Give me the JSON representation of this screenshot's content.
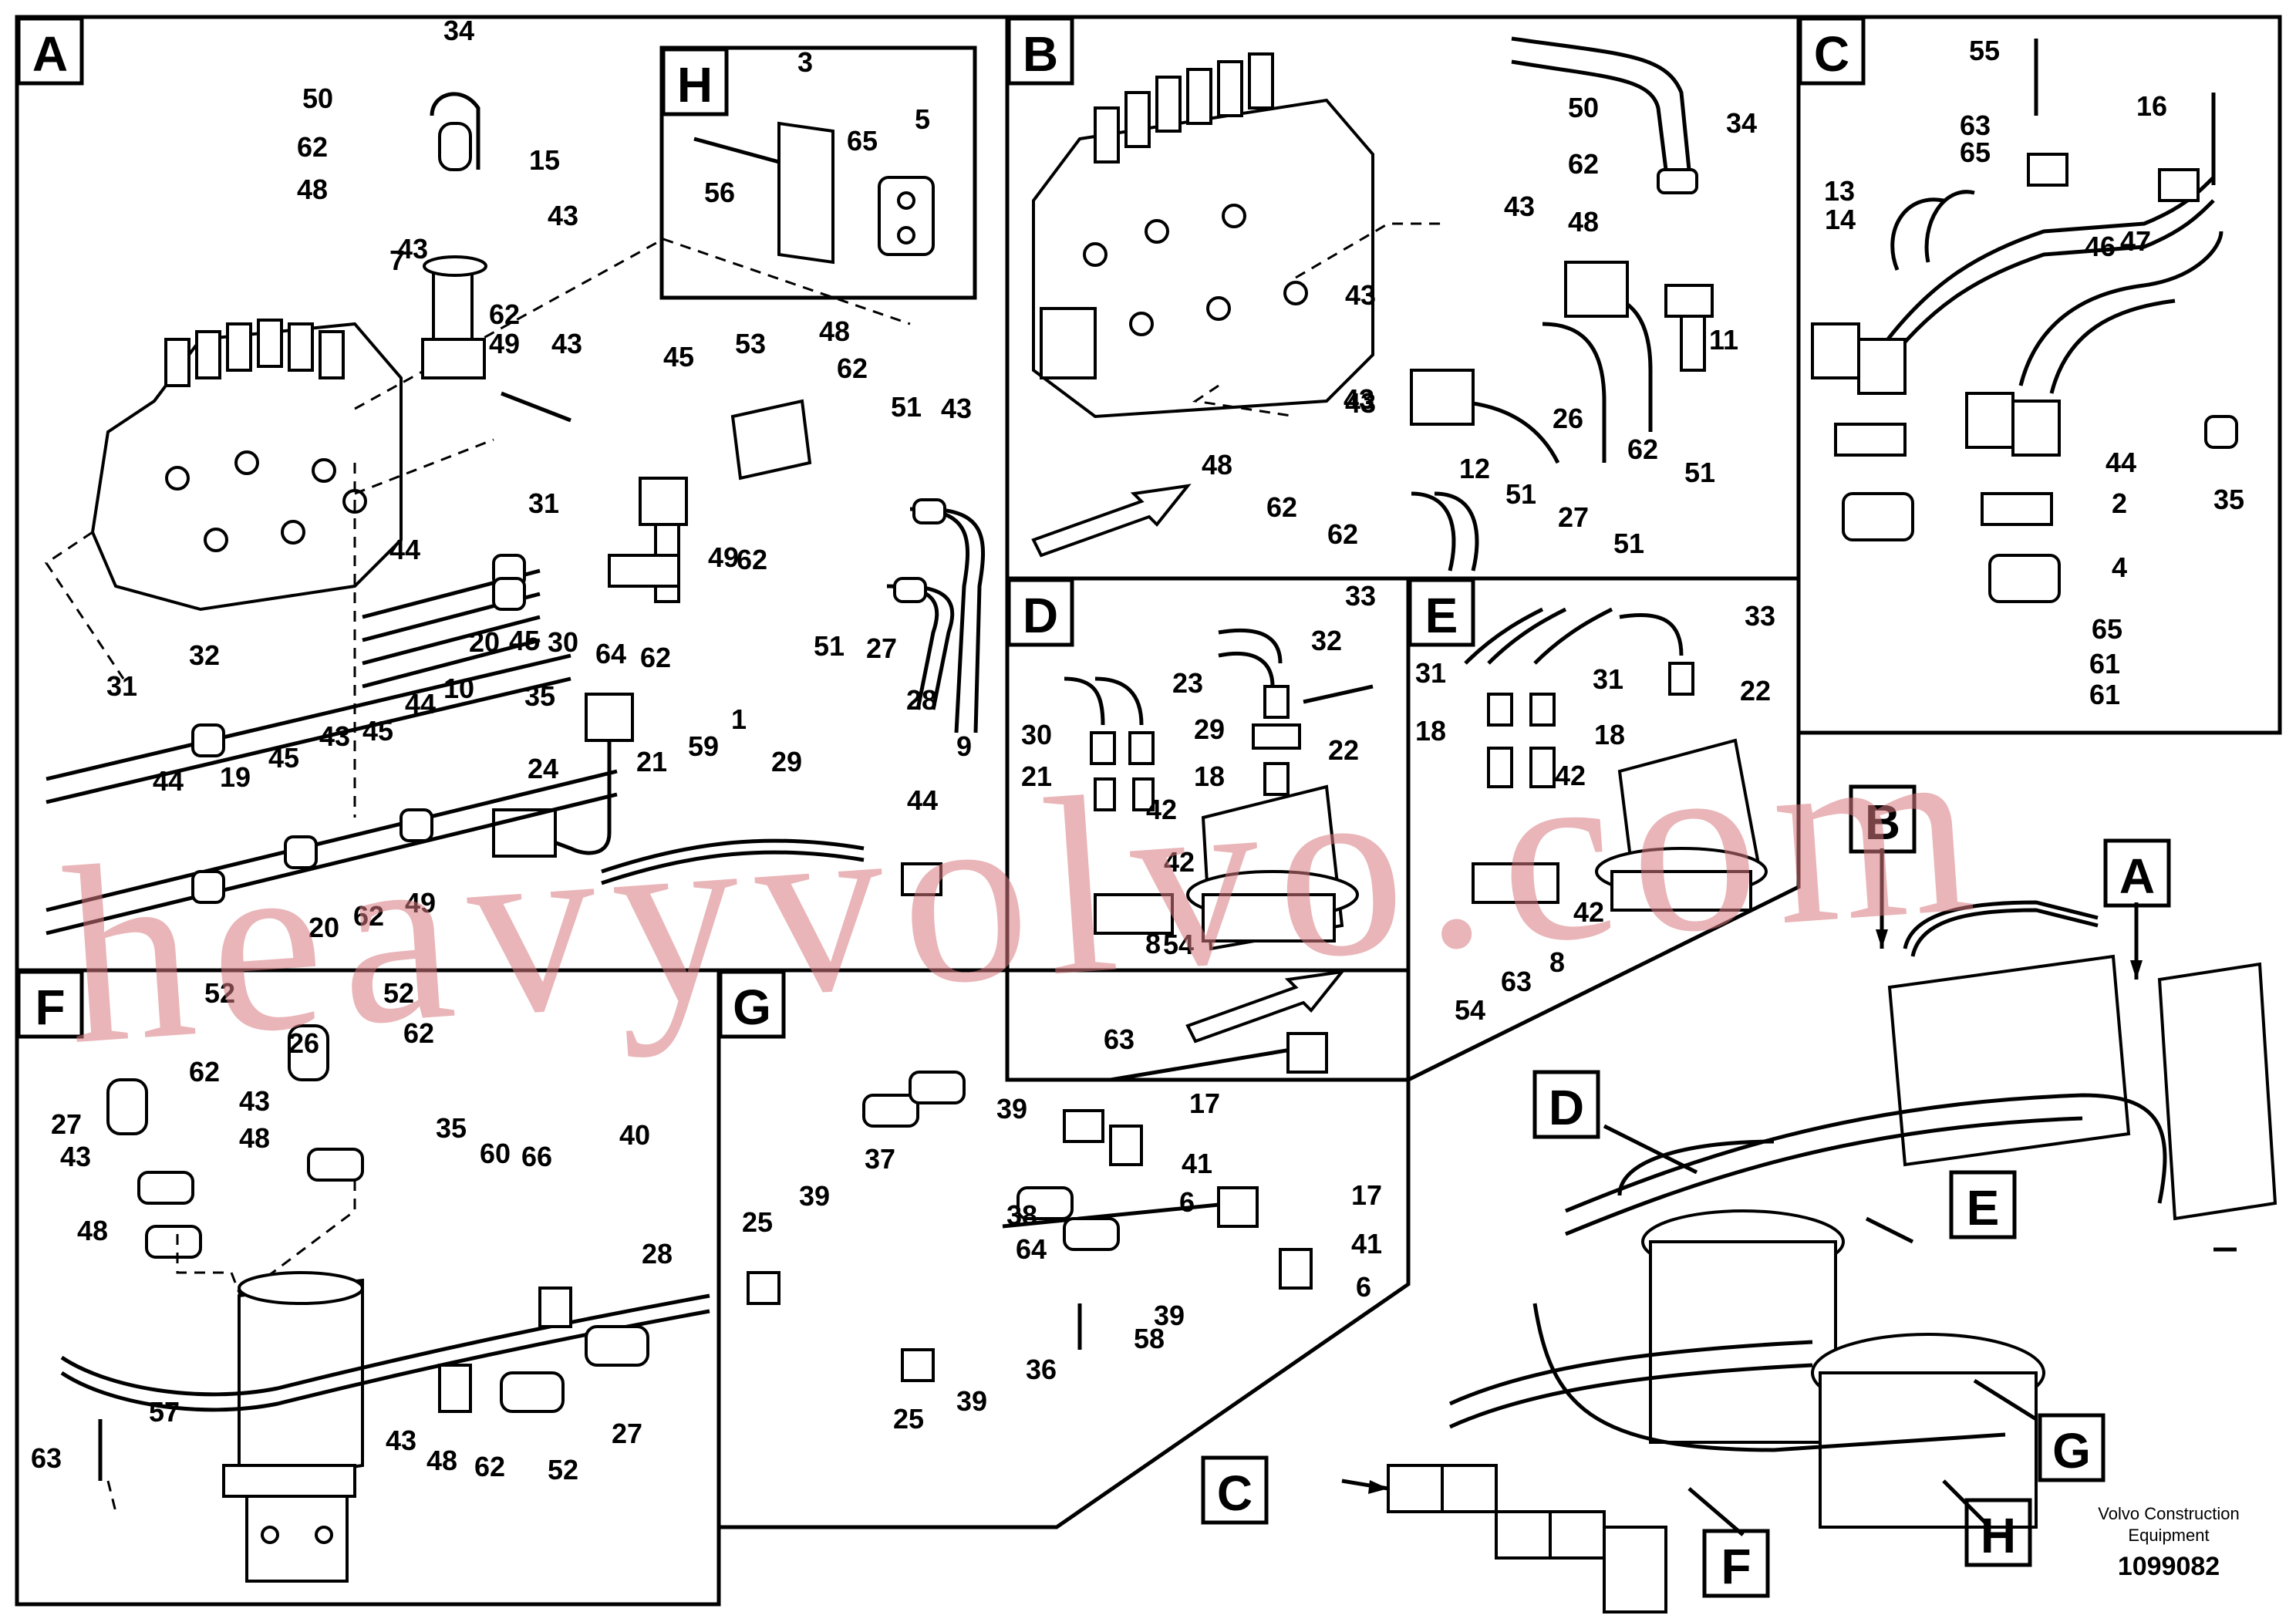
{
  "sections": [
    {
      "letter": "A"
    },
    {
      "letter": "B"
    },
    {
      "letter": "C"
    },
    {
      "letter": "D"
    },
    {
      "letter": "E"
    },
    {
      "letter": "F"
    },
    {
      "letter": "G"
    },
    {
      "letter": "H"
    }
  ],
  "overview_labels": {
    "B": "B",
    "A": "A",
    "D": "D",
    "E": "E",
    "G": "G",
    "C": "C",
    "F": "F",
    "H": "H"
  },
  "callouts": {
    "A": [
      "34",
      "50",
      "62",
      "48",
      "43",
      "15",
      "43",
      "62",
      "49",
      "43",
      "7",
      "53",
      "48",
      "62",
      "51",
      "43",
      "45",
      "31",
      "44",
      "20",
      "45",
      "30",
      "44",
      "10",
      "62",
      "49",
      "62",
      "51",
      "27",
      "28",
      "9",
      "64",
      "59",
      "1",
      "21",
      "32",
      "31",
      "44",
      "19",
      "45",
      "43",
      "45",
      "35",
      "24",
      "29",
      "44",
      "20",
      "62",
      "49"
    ],
    "H": [
      "3",
      "65",
      "5",
      "56"
    ],
    "B": [
      "50",
      "34",
      "62",
      "43",
      "48",
      "43",
      "11",
      "43",
      "26",
      "62",
      "51",
      "12",
      "48",
      "43",
      "62",
      "51",
      "27",
      "62",
      "51"
    ],
    "C": [
      "55",
      "63",
      "65",
      "16",
      "13",
      "14",
      "46",
      "47",
      "44",
      "35",
      "2",
      "4",
      "65",
      "61",
      "61"
    ],
    "D": [
      "33",
      "32",
      "23",
      "22",
      "30",
      "29",
      "21",
      "18",
      "42",
      "42",
      "8",
      "54",
      "63"
    ],
    "E": [
      "33",
      "31",
      "31",
      "22",
      "18",
      "18",
      "42",
      "42",
      "8",
      "54",
      "63"
    ],
    "F": [
      "52",
      "52",
      "26",
      "62",
      "62",
      "43",
      "27",
      "48",
      "43",
      "35",
      "60",
      "66",
      "40",
      "48",
      "28",
      "57",
      "63",
      "43",
      "48",
      "62",
      "52",
      "27"
    ],
    "G": [
      "39",
      "17",
      "37",
      "41",
      "38",
      "6",
      "64",
      "25",
      "39",
      "17",
      "41",
      "39",
      "6",
      "36",
      "58",
      "25",
      "39"
    ]
  },
  "watermark": "heavyvolvo.com",
  "footer": {
    "company_line1": "Volvo Construction",
    "company_line2": "Equipment",
    "drawing_number": "1099082"
  }
}
